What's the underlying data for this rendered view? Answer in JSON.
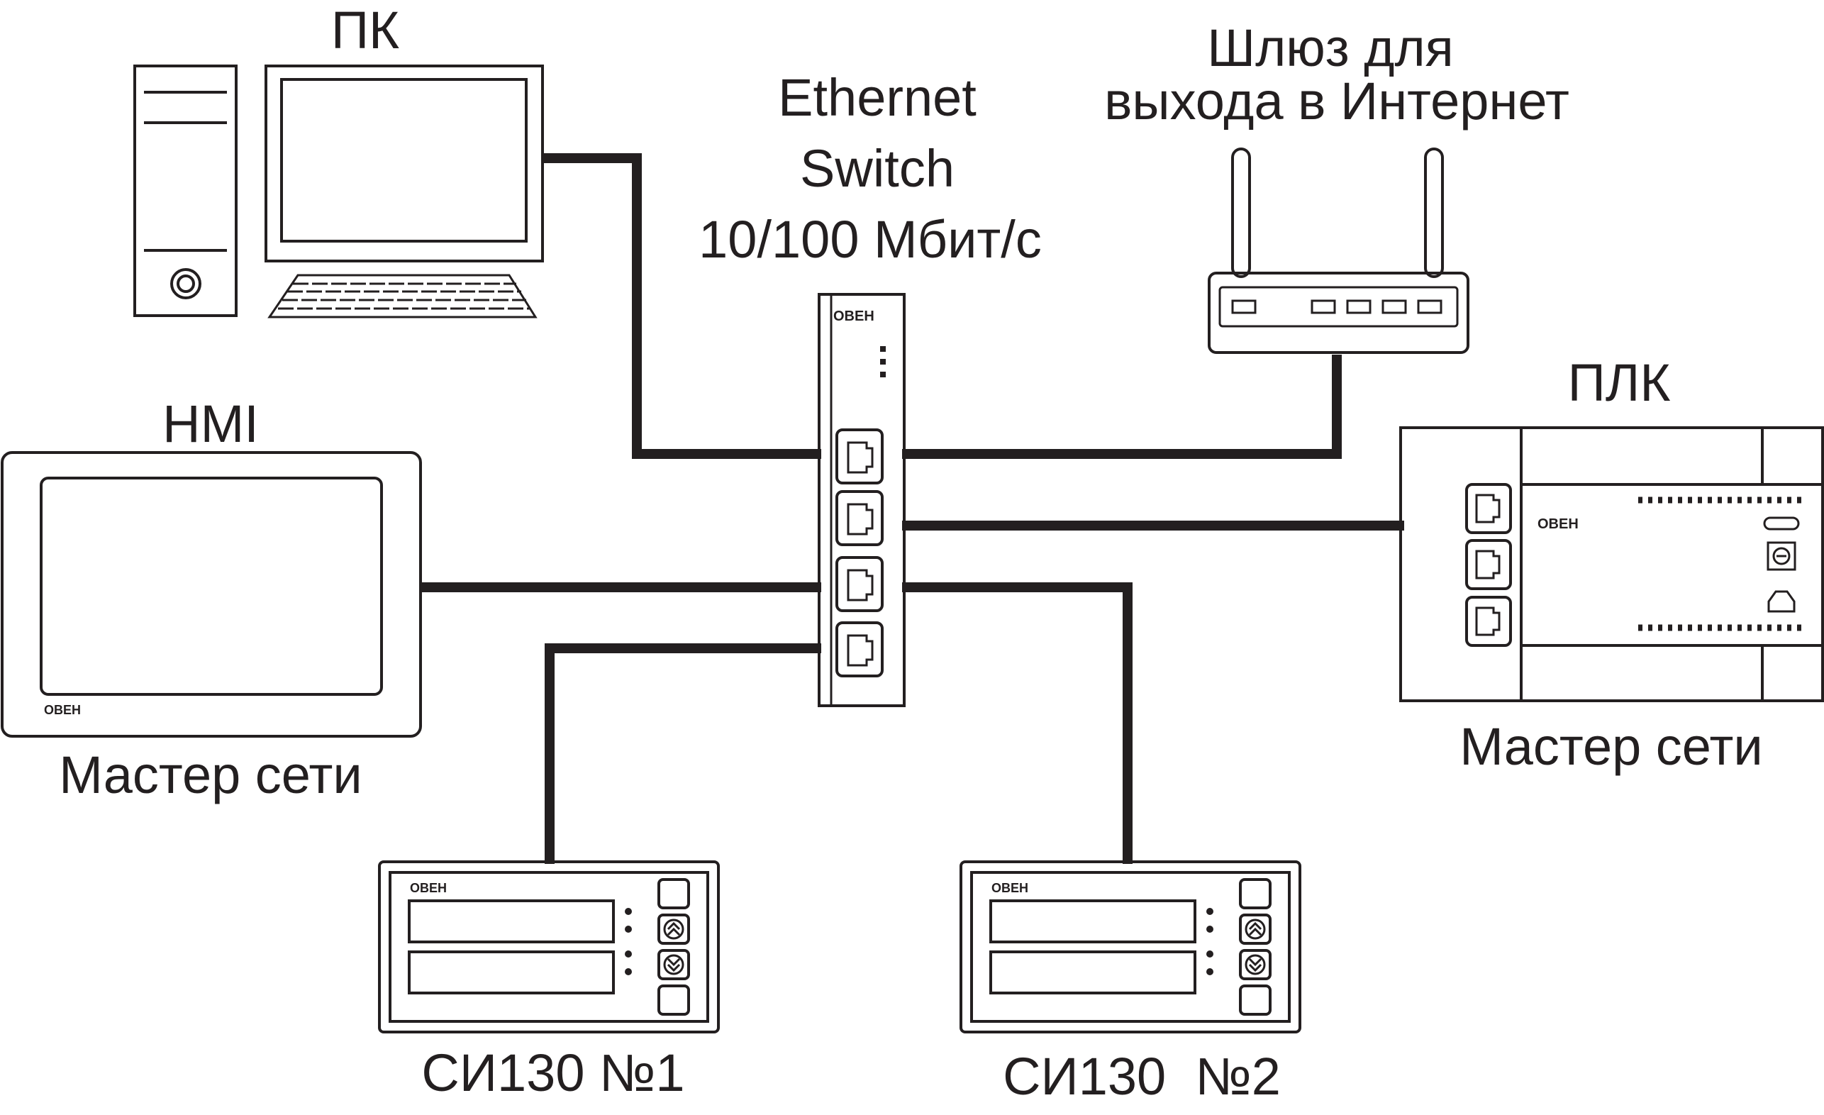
{
  "labels": {
    "pc": "ПК",
    "switch_line1": "Ethernet",
    "switch_line2": "Switch",
    "switch_line3": "10/100 Мбит/с",
    "gateway_line1": "Шлюз для",
    "gateway_line2": "выхода в Интернет",
    "hmi": "HMI",
    "hmi_role": "Мастер сети",
    "plc": "ПЛК",
    "plc_role": "Мастер сети",
    "si130_1": "СИ130 №1",
    "si130_2": "СИ130  №2"
  },
  "brand_logo": "ОВЕН",
  "colors": {
    "line": "#231f20",
    "background": "#ffffff"
  }
}
